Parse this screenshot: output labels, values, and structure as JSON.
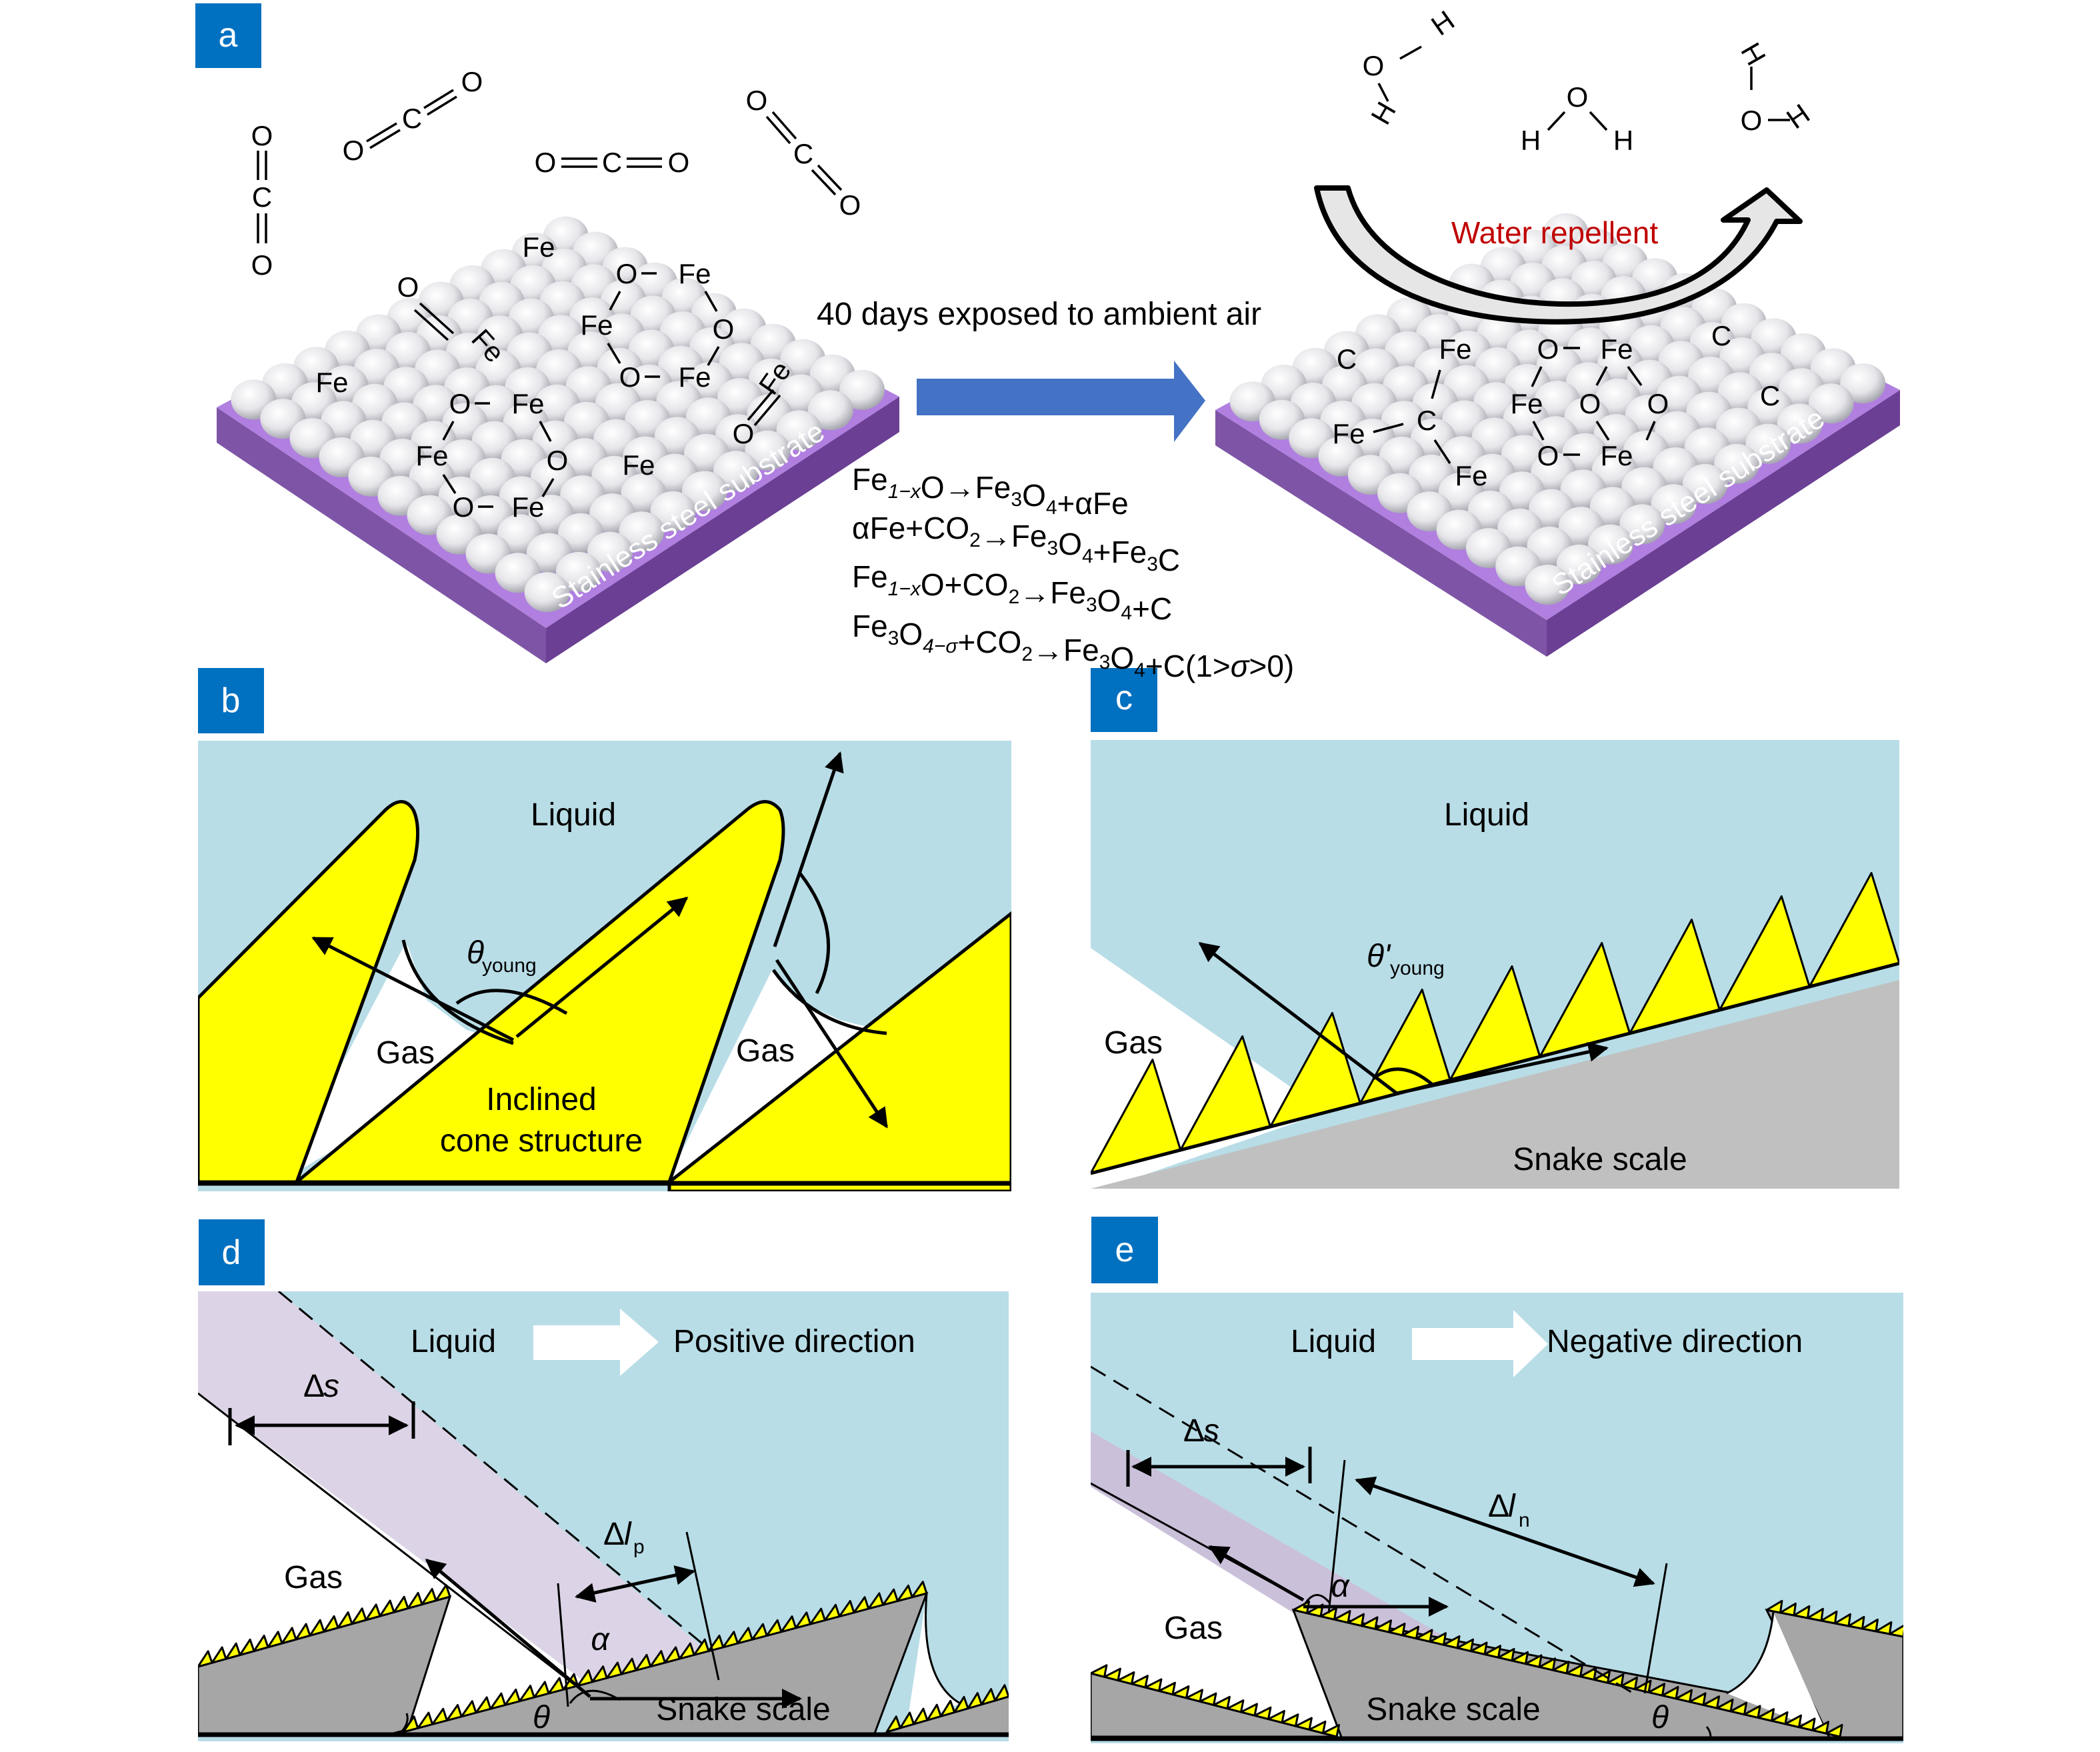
{
  "figure": {
    "colors": {
      "label_blue": "#0070c0",
      "liquid": "#b8dde7",
      "cone_yellow": "#ffff00",
      "scale_gray": "#a6a6a6",
      "scale_gray_light": "#c0c0c0",
      "film_purple": "#dcd4e6",
      "film_purple_e": "#cbc0da",
      "substrate_purple": "#8c5fb0",
      "arrow_blue": "#4472c4",
      "repellent_red": "#c00000"
    },
    "panel_labels": [
      "a",
      "b",
      "c",
      "d",
      "e"
    ],
    "panel_a": {
      "co2_molecules": [
        {
          "atoms": [
            "O",
            "C",
            "O"
          ],
          "orientation": "vertical"
        },
        {
          "atoms": [
            "O",
            "C",
            "O"
          ],
          "orientation": "diagonal-up"
        },
        {
          "atoms": [
            "O",
            "C",
            "O"
          ],
          "orientation": "horizontal"
        },
        {
          "atoms": [
            "O",
            "C",
            "O"
          ],
          "orientation": "diagonal-down"
        }
      ],
      "h2o_molecules": [
        {
          "atoms": [
            "H",
            "O",
            "H"
          ]
        },
        {
          "atoms": [
            "H",
            "O",
            "H"
          ]
        },
        {
          "atoms": [
            "H",
            "O",
            "H"
          ]
        }
      ],
      "left_surface_labels": {
        "fe_top": "Fe",
        "fe_left": "Fe",
        "fe_mid": "Fe",
        "o_double": "O",
        "fe_double": "Fe",
        "o_double_right": "O",
        "fe_double_right": "Fe",
        "ring1": [
          "O",
          "Fe",
          "Fe",
          "O",
          "O",
          "Fe"
        ],
        "ring2": [
          "O",
          "Fe",
          "Fe",
          "O",
          "O",
          "Fe"
        ]
      },
      "right_surface_labels": {
        "c_items": [
          "C",
          "C",
          "C"
        ],
        "carbide": [
          "Fe",
          "Fe",
          "C",
          "Fe"
        ],
        "ring": [
          "O",
          "Fe",
          "Fe",
          "O",
          "O",
          "O",
          "Fe"
        ]
      },
      "substrate_label": "Stainless steel substrate",
      "process_label": "40 days exposed to ambient air",
      "repellent_label": "Water repellent",
      "equations": [
        {
          "parts": [
            [
              "Fe",
              ""
            ],
            [
              "1−x",
              "sub-it"
            ],
            [
              "O→Fe",
              ""
            ],
            [
              "3",
              "sub"
            ],
            [
              "O",
              ""
            ],
            [
              "4",
              "sub"
            ],
            [
              "+αFe",
              ""
            ]
          ]
        },
        {
          "parts": [
            [
              "αFe+CO",
              ""
            ],
            [
              "2",
              "sub"
            ],
            [
              "→Fe",
              ""
            ],
            [
              "3",
              "sub"
            ],
            [
              "O",
              ""
            ],
            [
              "4",
              "sub"
            ],
            [
              "+Fe",
              ""
            ],
            [
              "3",
              "sub"
            ],
            [
              "C",
              ""
            ]
          ]
        },
        {
          "parts": [
            [
              "Fe",
              ""
            ],
            [
              "1−x",
              "sub-it"
            ],
            [
              "O+CO",
              ""
            ],
            [
              "2",
              "sub"
            ],
            [
              "→Fe",
              ""
            ],
            [
              "3",
              "sub"
            ],
            [
              "O",
              ""
            ],
            [
              "4",
              "sub"
            ],
            [
              "+C",
              ""
            ]
          ]
        },
        {
          "parts": [
            [
              "Fe",
              ""
            ],
            [
              "3",
              "sub"
            ],
            [
              "O",
              ""
            ],
            [
              "4−σ",
              "sub-it"
            ],
            [
              "+CO",
              ""
            ],
            [
              "2",
              "sub"
            ],
            [
              "→Fe",
              ""
            ],
            [
              "3",
              "sub"
            ],
            [
              "O",
              ""
            ],
            [
              "4",
              "sub"
            ],
            [
              "+C(1>",
              ""
            ],
            [
              "σ",
              "it"
            ],
            [
              ">0)",
              ""
            ]
          ]
        }
      ]
    },
    "panel_b": {
      "liquid": "Liquid",
      "gas_left": "Gas",
      "gas_right": "Gas",
      "theta": "θ",
      "theta_sub": "young",
      "structure_line1": "Inclined",
      "structure_line2": "cone structure"
    },
    "panel_c": {
      "liquid": "Liquid",
      "gas": "Gas",
      "theta": "θ'",
      "theta_sub": "young",
      "scale": "Snake scale"
    },
    "panel_d": {
      "liquid": "Liquid",
      "direction": "Positive direction",
      "delta_s": "Δ",
      "delta_s_var": "s",
      "delta_l": "Δ",
      "delta_l_var": "l",
      "delta_l_sub": "p",
      "gas": "Gas",
      "alpha": "α",
      "theta": "θ",
      "scale": "Snake scale"
    },
    "panel_e": {
      "liquid": "Liquid",
      "direction": "Negative direction",
      "delta_s": "Δ",
      "delta_s_var": "s",
      "delta_l": "Δ",
      "delta_l_var": "l",
      "delta_l_sub": "n",
      "gas": "Gas",
      "alpha": "α",
      "theta": "θ",
      "scale": "Snake scale"
    }
  }
}
